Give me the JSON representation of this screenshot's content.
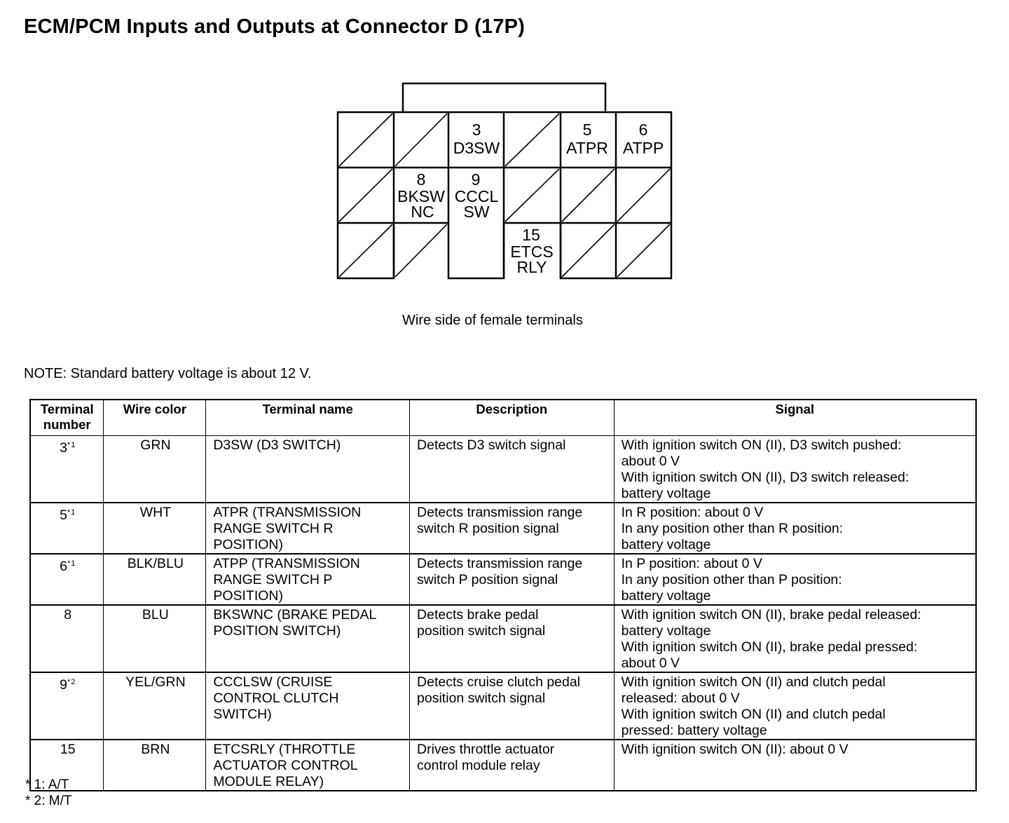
{
  "title": "ECM/PCM Inputs and Outputs at Connector D (17P)",
  "connector": {
    "caption": "Wire side of female terminals",
    "terminals": [
      {
        "number": "3",
        "name": [
          "D3SW"
        ]
      },
      {
        "number": "5",
        "name": [
          "ATPR"
        ]
      },
      {
        "number": "6",
        "name": [
          "ATPP"
        ]
      },
      {
        "number": "8",
        "name": [
          "BKSW",
          "NC"
        ]
      },
      {
        "number": "9",
        "name": [
          "CCCL",
          "SW"
        ]
      },
      {
        "number": "15",
        "name": [
          "ETCS",
          "RLY"
        ]
      }
    ]
  },
  "note": "NOTE: Standard battery voltage is about 12 V.",
  "table": {
    "headers": {
      "terminal_number": [
        "Terminal",
        "number"
      ],
      "wire_color": "Wire color",
      "terminal_name": "Terminal name",
      "description": "Description",
      "signal": "Signal"
    },
    "rows": [
      {
        "terminal": "3",
        "mark": "*1",
        "wire_color": "GRN",
        "terminal_name": [
          "D3SW (D3 SWITCH)"
        ],
        "description": [
          "Detects D3 switch signal"
        ],
        "signal": [
          "With ignition switch ON (II), D3 switch pushed:",
          "about 0 V",
          "With ignition switch ON (II), D3 switch released:",
          "battery voltage"
        ]
      },
      {
        "terminal": "5",
        "mark": "*1",
        "wire_color": "WHT",
        "terminal_name": [
          "ATPR (TRANSMISSION",
          "RANGE SWITCH R",
          "POSITION)"
        ],
        "description": [
          "Detects transmission range",
          "switch R position signal"
        ],
        "signal": [
          "In R position: about 0 V",
          "In any position other than R position:",
          "battery voltage"
        ]
      },
      {
        "terminal": "6",
        "mark": "*1",
        "wire_color": "BLK/BLU",
        "terminal_name": [
          "ATPP (TRANSMISSION",
          "RANGE SWITCH P",
          "POSITION)"
        ],
        "description": [
          "Detects transmission range",
          "switch P position signal"
        ],
        "signal": [
          "In P position: about 0 V",
          "In any position other than P position:",
          "battery voltage"
        ]
      },
      {
        "terminal": "8",
        "mark": "",
        "wire_color": "BLU",
        "terminal_name": [
          "BKSWNC (BRAKE PEDAL",
          "POSITION SWITCH)"
        ],
        "description": [
          "Detects brake pedal",
          "position switch signal"
        ],
        "signal": [
          "With ignition switch ON (II), brake pedal released:",
          "battery voltage",
          "With ignition switch ON (II), brake pedal pressed:",
          "about 0 V"
        ]
      },
      {
        "terminal": "9",
        "mark": "*2",
        "wire_color": "YEL/GRN",
        "terminal_name": [
          "CCCLSW (CRUISE",
          "CONTROL CLUTCH",
          "SWITCH)"
        ],
        "description": [
          "Detects cruise clutch pedal",
          "position switch signal"
        ],
        "signal": [
          "With ignition switch ON (II) and clutch pedal",
          "released: about 0 V",
          "With ignition switch ON (II) and clutch pedal",
          "pressed: battery voltage"
        ]
      },
      {
        "terminal": "15",
        "mark": "",
        "wire_color": "BRN",
        "terminal_name": [
          "ETCSRLY (THROTTLE",
          "ACTUATOR CONTROL",
          "MODULE RELAY)"
        ],
        "description": [
          "Drives throttle actuator",
          "control module relay"
        ],
        "signal": [
          "With ignition switch ON (II): about 0 V"
        ]
      }
    ]
  },
  "footnotes": [
    "* 1: A/T",
    "* 2: M/T"
  ]
}
